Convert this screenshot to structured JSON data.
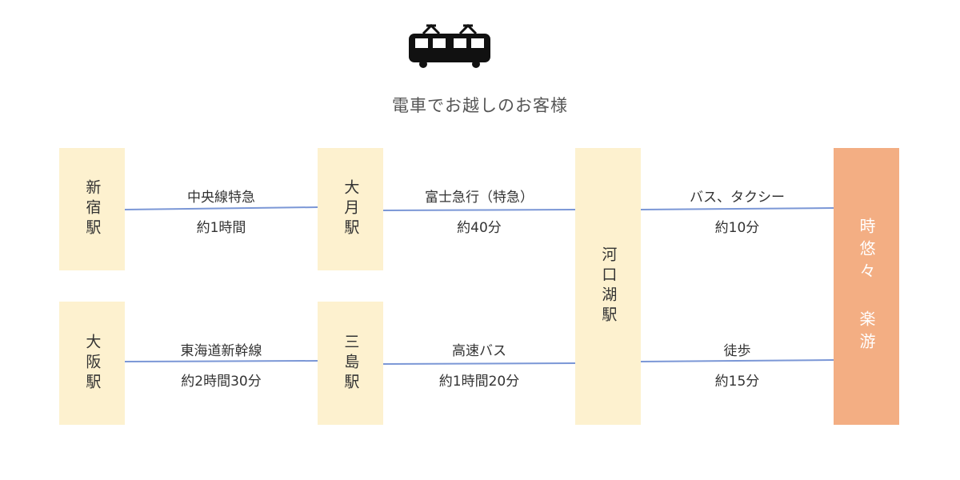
{
  "title": "電車でお越しのお客様",
  "icon": "train-icon",
  "colors": {
    "station_box": "#fdf1cf",
    "destination_box": "#f3ae83",
    "line": "#7b97d6"
  },
  "stations": {
    "shinjuku": "新宿駅",
    "otsuki": "大月駅",
    "osaka": "大阪駅",
    "mishima": "三島駅",
    "kawaguchiko": "河口湖駅",
    "destination": "時悠々 楽游"
  },
  "routes": {
    "shinjuku_otsuki": {
      "name": "中央線特急",
      "time": "約1時間"
    },
    "otsuki_kawaguchiko": {
      "name": "富士急行（特急）",
      "time": "約40分"
    },
    "kawaguchiko_inn_top": {
      "name": "バス、タクシー",
      "time": "約10分"
    },
    "osaka_mishima": {
      "name": "東海道新幹線",
      "time": "約2時間30分"
    },
    "mishima_kawaguchiko": {
      "name": "高速バス",
      "time": "約1時間20分"
    },
    "kawaguchiko_inn_bottom": {
      "name": "徒歩",
      "time": "約15分"
    }
  }
}
